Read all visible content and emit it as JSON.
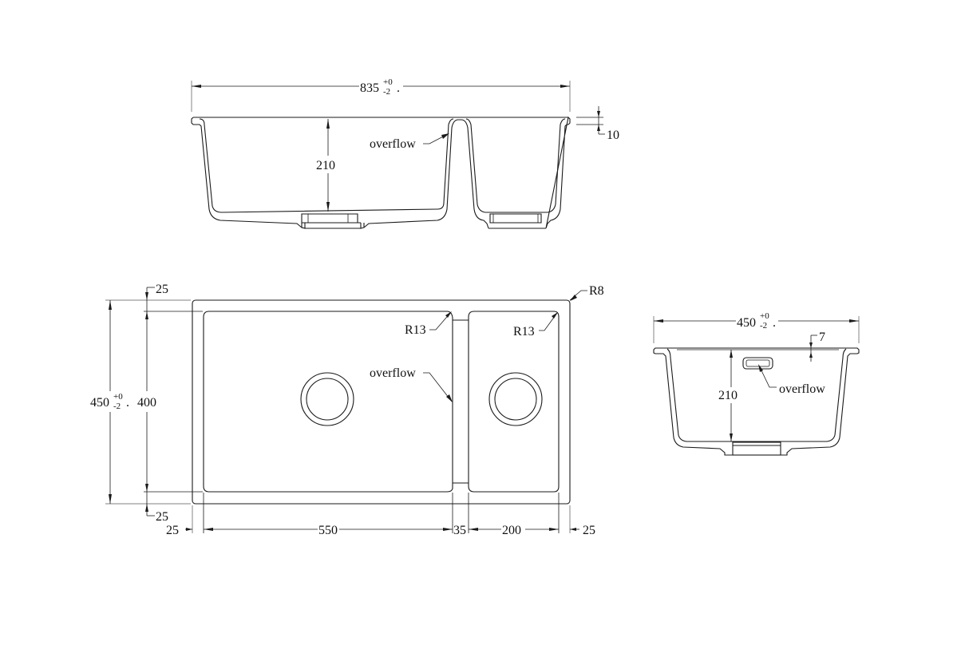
{
  "drawing": {
    "title": "Double bowl undermount sink technical drawing",
    "top_section_view": {
      "overall_width": "835",
      "overall_width_tol_upper": "+0",
      "overall_width_tol_lower": "-2",
      "overall_width_suffix": ".",
      "depth": "210",
      "rim_thickness": "10",
      "overflow_label": "overflow"
    },
    "plan_view": {
      "overall_depth": "450",
      "overall_depth_tol_upper": "+0",
      "overall_depth_tol_lower": "-2",
      "overall_depth_suffix": ".",
      "bowl_depth": "400",
      "top_margin": "25",
      "bottom_margin": "25",
      "outer_radius": "R8",
      "large_bowl_radius": "R13",
      "small_bowl_radius": "R13",
      "overflow_label": "overflow",
      "widths": {
        "left_margin": "25",
        "large_bowl": "550",
        "divider": "35",
        "small_bowl": "200",
        "right_margin": "25"
      }
    },
    "side_section_view": {
      "overall_width": "450",
      "overall_width_tol_upper": "+0",
      "overall_width_tol_lower": "-2",
      "overall_width_suffix": ".",
      "depth": "210",
      "rim_offset": "7",
      "overflow_label": "overflow"
    }
  }
}
